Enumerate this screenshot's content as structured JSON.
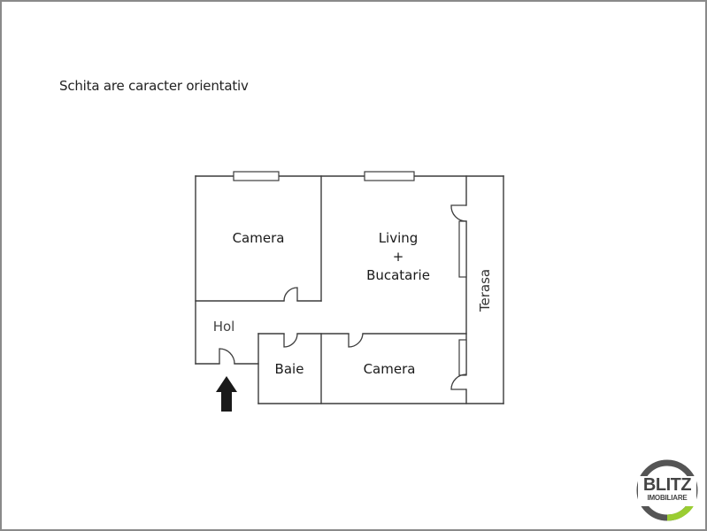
{
  "header": {
    "note": "Schita are caracter orientativ"
  },
  "rooms": [
    {
      "id": "camera-1",
      "label": "Camera"
    },
    {
      "id": "living",
      "label_line1": "Living",
      "label_line2": "+",
      "label_line3": "Bucatarie"
    },
    {
      "id": "terasa",
      "label": "Terasa"
    },
    {
      "id": "hol",
      "label": "Hol"
    },
    {
      "id": "baie",
      "label": "Baie"
    },
    {
      "id": "camera-2",
      "label": "Camera"
    }
  ],
  "entrance": {
    "icon": "arrow-up-icon",
    "color": "#1a1a1a"
  },
  "logo": {
    "title": "BLITZ",
    "subtitle": "IMOBILIARE",
    "ring_color": "#555555",
    "accent_color": "#9acd32"
  },
  "colors": {
    "wall": "#3c3c3c",
    "frame": "#8a8a8a",
    "background": "#ffffff"
  }
}
